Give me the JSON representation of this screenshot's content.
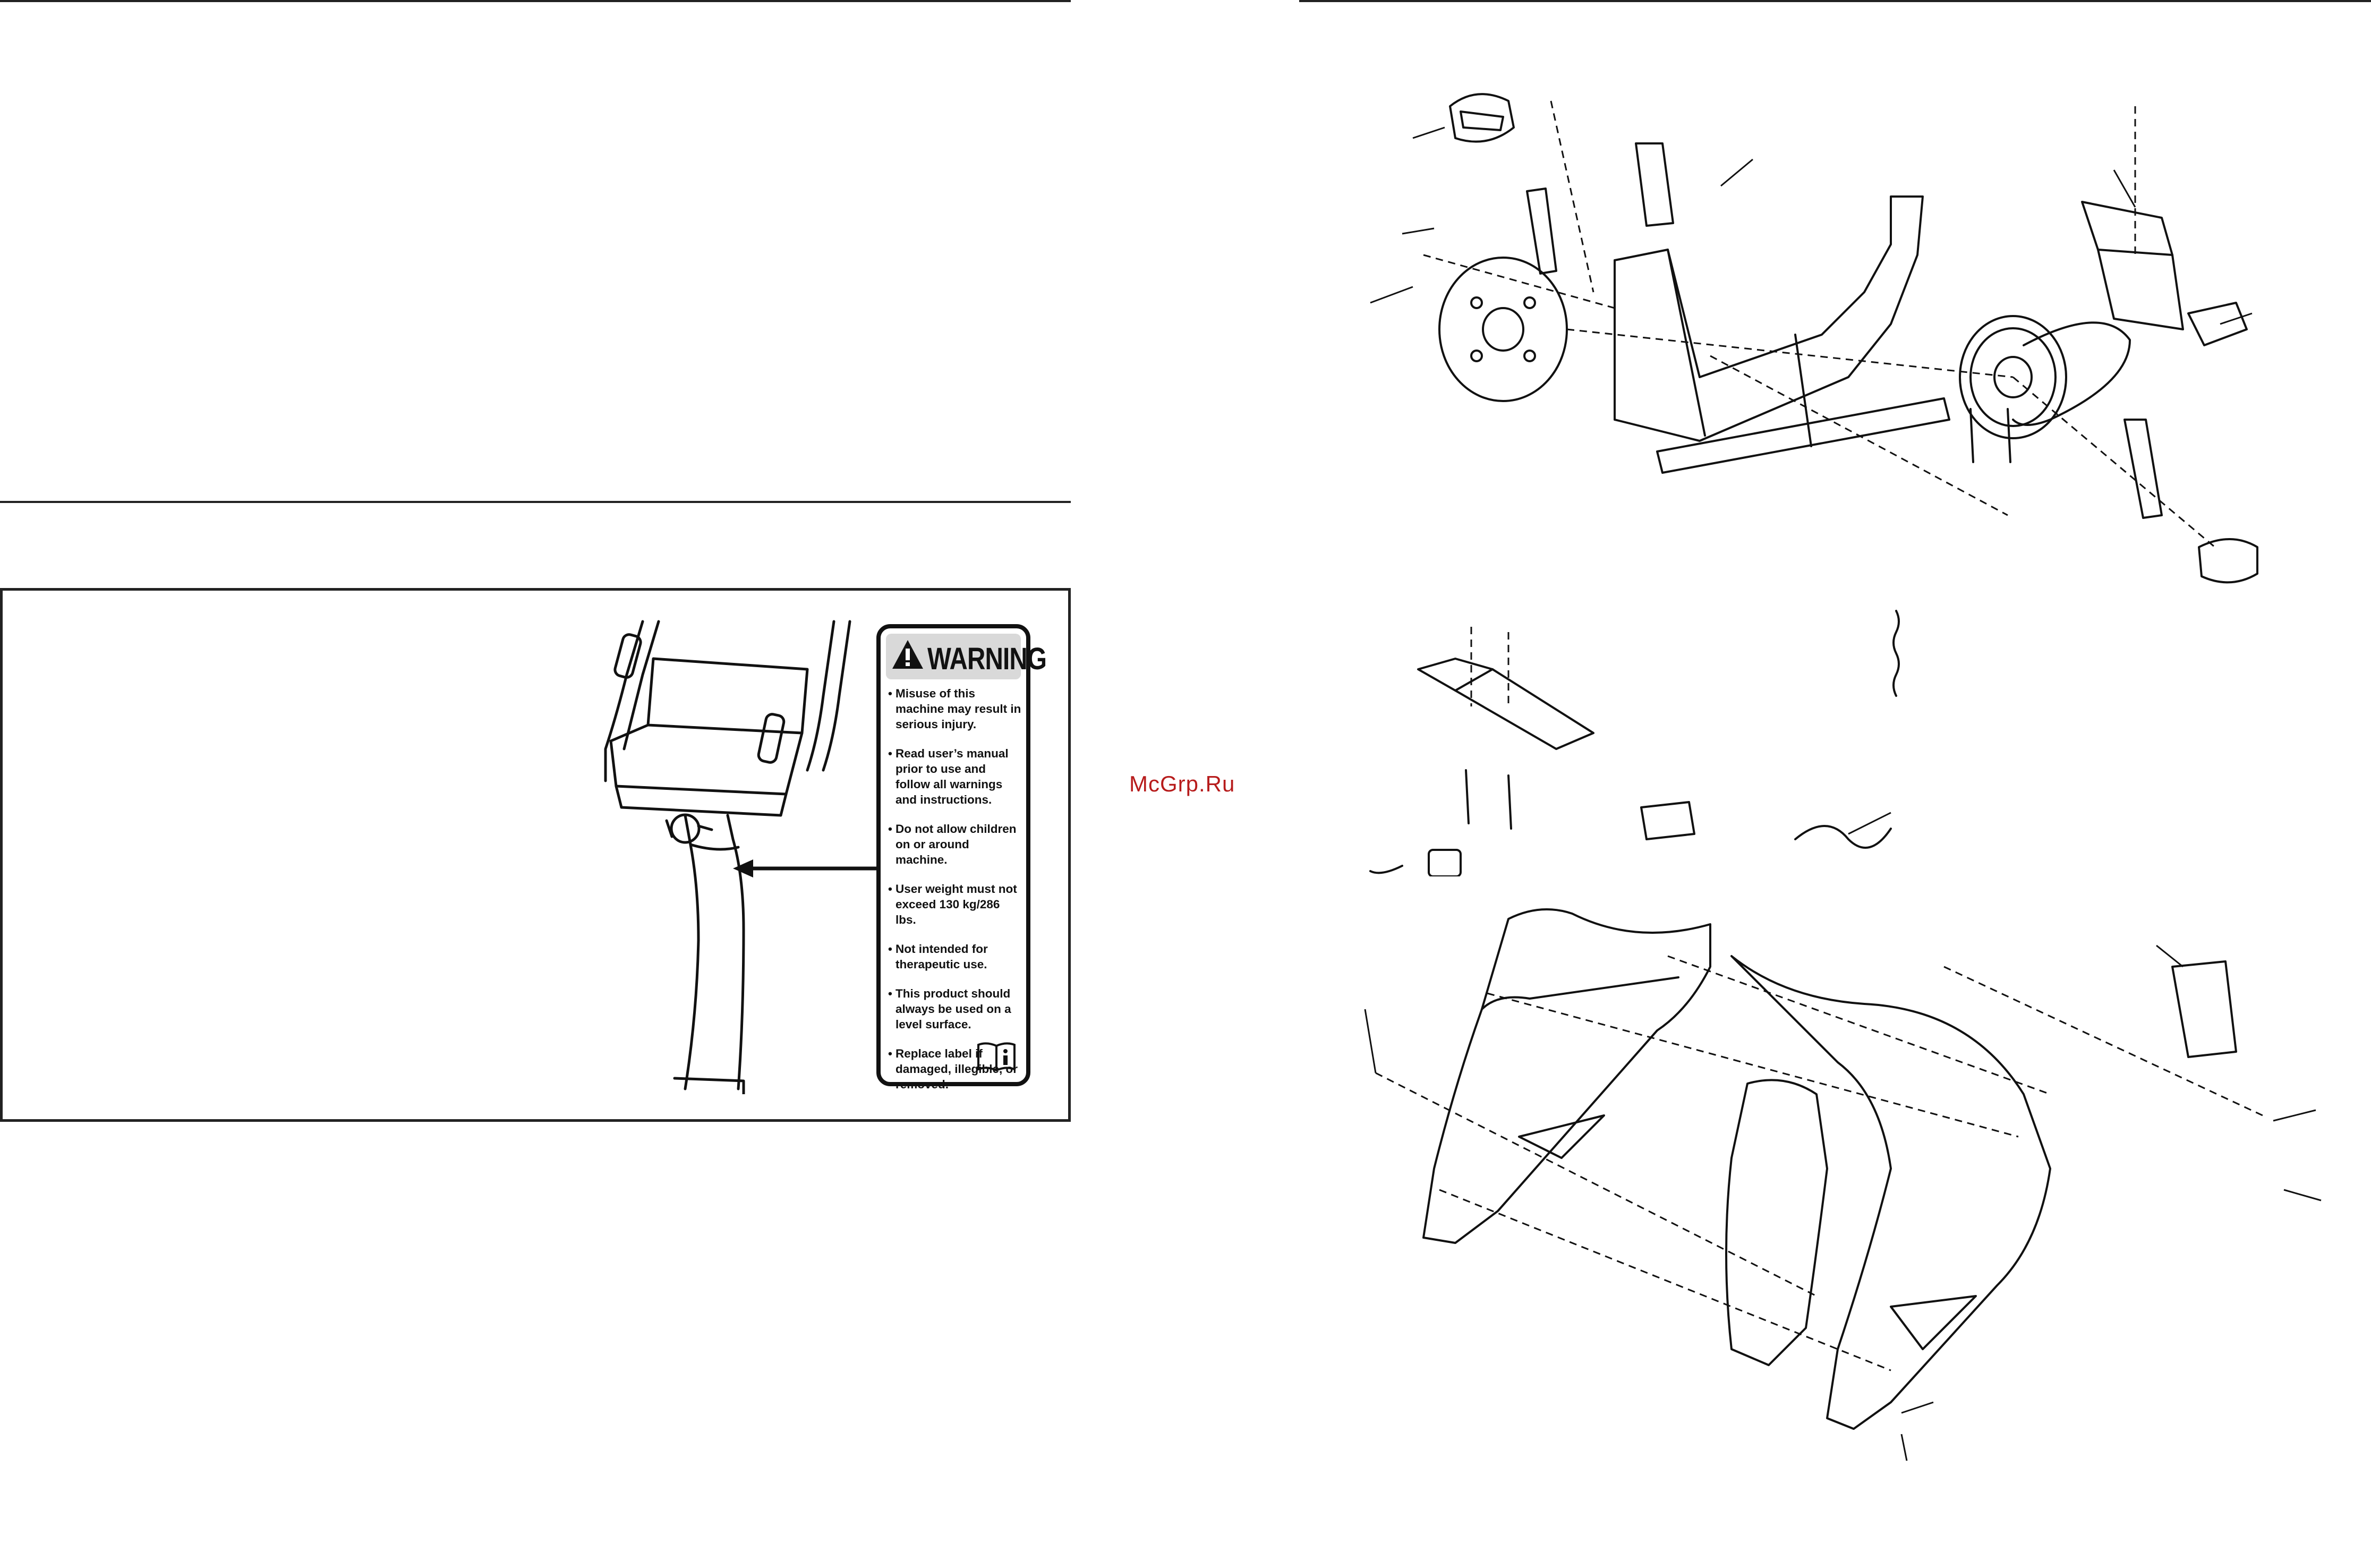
{
  "watermark": "McGrp.Ru",
  "warning_label": {
    "title": "WARNING",
    "items": [
      "Misuse of this machine may result in serious injury.",
      "Read user’s manual prior to use and follow all warnings and instructions.",
      "Do not allow children on or around machine.",
      "User weight must not exceed 130 kg/286 lbs.",
      "Not intended for therapeutic use.",
      "This product should always be used on a level surface.",
      "Replace label if damaged, illegible, or removed."
    ],
    "icons": [
      "warning-triangle-icon",
      "manual-info-icon"
    ]
  },
  "colors": {
    "line": "#222222",
    "label_header": "#d9d9d9",
    "watermark": "#b71c1c"
  }
}
